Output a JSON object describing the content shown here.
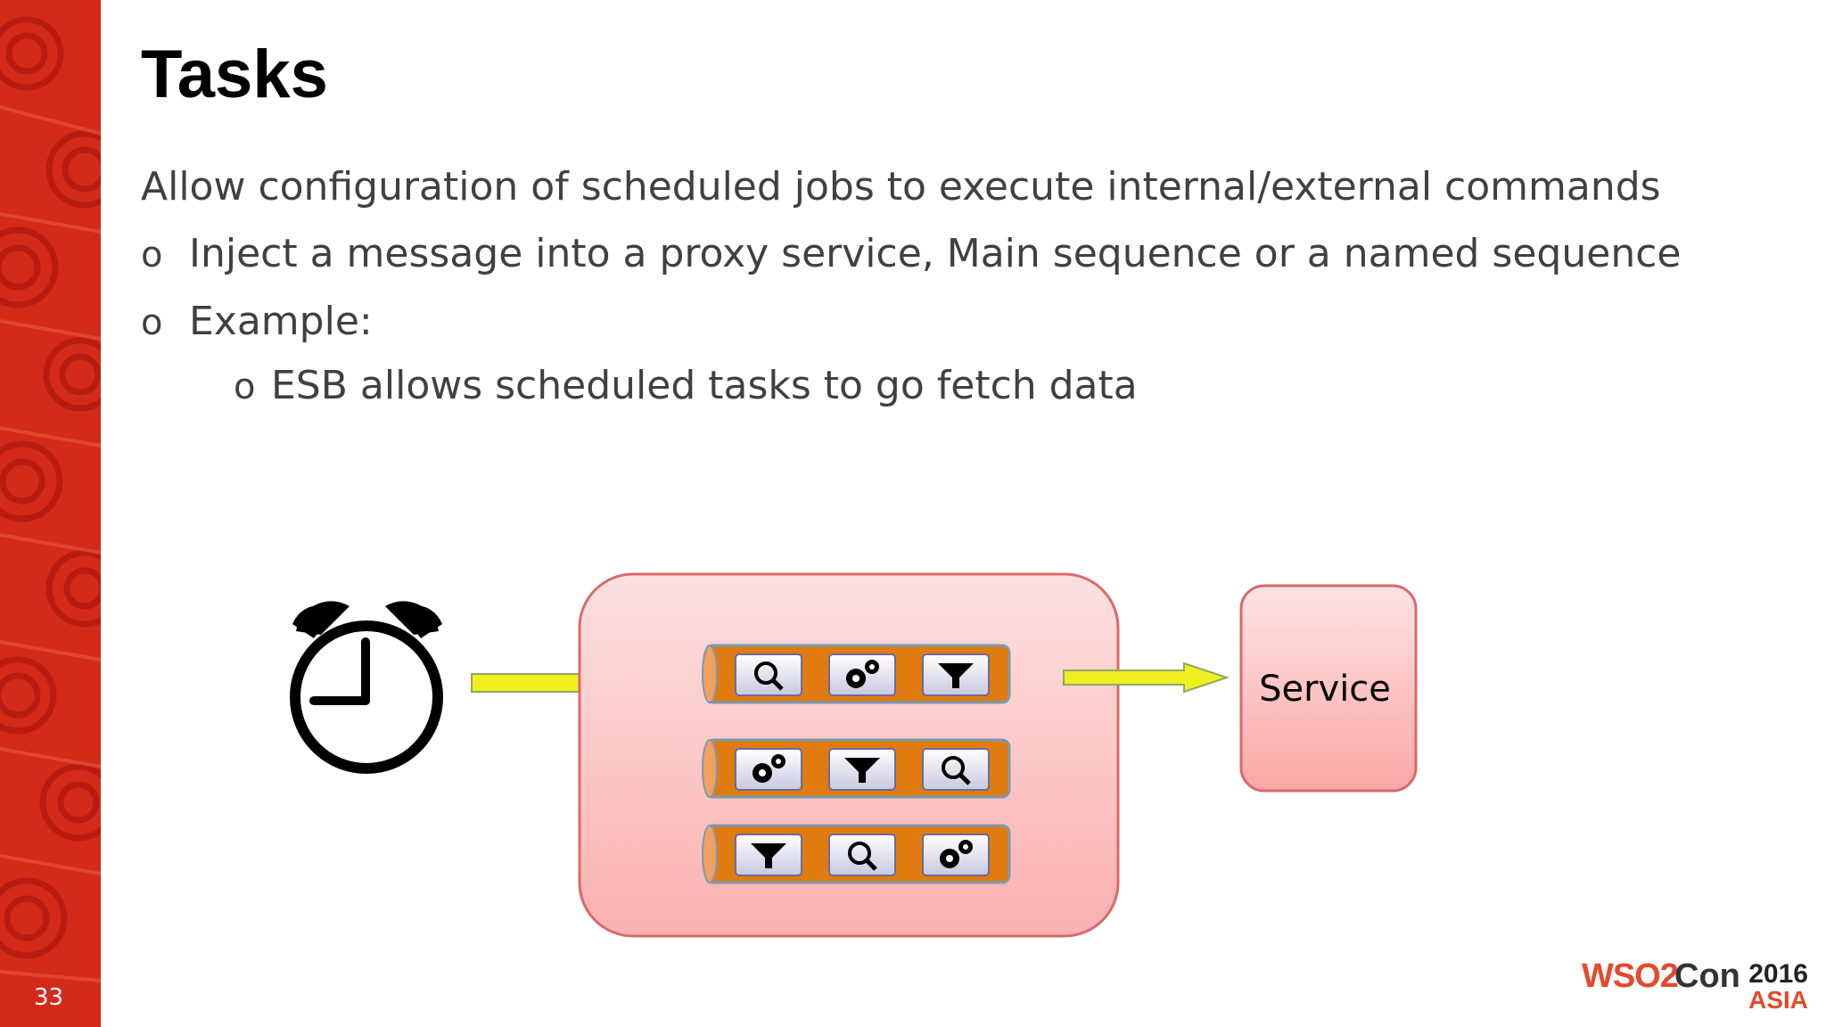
{
  "slide": {
    "title": "Tasks",
    "page_number": "33"
  },
  "bullets": {
    "intro": "Allow configuration of scheduled jobs to execute internal/external commands",
    "marker": "o",
    "item1": "Inject a message into a proxy service, Main sequence or a named sequence",
    "item2": "Example:",
    "sub1": "ESB allows scheduled tasks to go fetch data"
  },
  "diagram": {
    "service_label": "Service",
    "trigger_icon": "alarm-clock-icon",
    "sequences": [
      [
        "search-icon",
        "gears-icon",
        "filter-icon"
      ],
      [
        "gears-icon",
        "filter-icon",
        "search-icon"
      ],
      [
        "filter-icon",
        "search-icon",
        "gears-icon"
      ]
    ],
    "colors": {
      "pipe": "#e07b10",
      "arrow": "#f0f020",
      "box_fill": "#fbc4c4",
      "box_stroke": "#d96a6a"
    }
  },
  "logo": {
    "brand_a": "WSO2",
    "brand_b": "Con",
    "year": "2016",
    "region": "ASIA"
  }
}
